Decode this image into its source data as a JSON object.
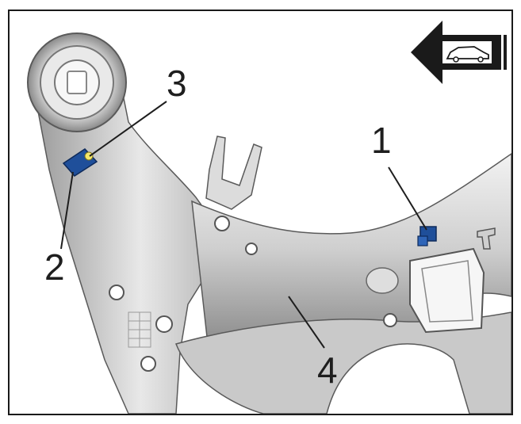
{
  "callouts": [
    {
      "number": "1"
    },
    {
      "number": "2"
    },
    {
      "number": "3"
    },
    {
      "number": "4"
    }
  ],
  "colors": {
    "frame": "#1a1a1a",
    "metal_light": "#e6e6e6",
    "metal_mid": "#bdbdbd",
    "metal_dark": "#6f6f6f",
    "sensor_blue": "#1f4f9a",
    "sensor_highlight": "#f4e76a"
  },
  "icons": {
    "direction": "arrow-left-car-icon"
  }
}
